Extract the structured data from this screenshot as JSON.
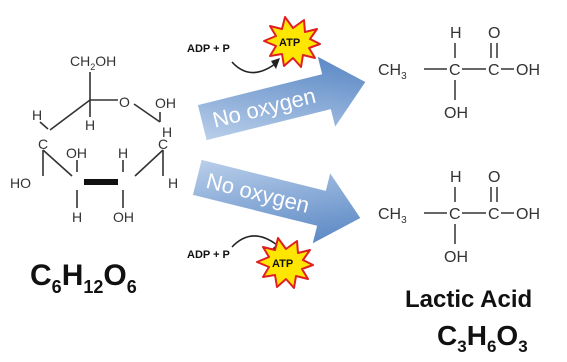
{
  "glucose": {
    "ring_top_group": "CH",
    "ring_top_group_sub": "2",
    "ring_top_group_end": "OH",
    "ring_oxygen": "O",
    "oh_top_right": "OH",
    "h_left_top": "H",
    "h_c5_below": "H",
    "h_c1": "H",
    "oh_c4": "OH",
    "h_c3": "H",
    "c_left": "C",
    "c_right": "C",
    "ho_left": "HO",
    "h_right": "H",
    "h_bottom": "H",
    "oh_bottom": "OH",
    "formula_c": "C",
    "formula_c_sub": "6",
    "formula_h": "H",
    "formula_h_sub": "12",
    "formula_o": "O",
    "formula_o_sub": "6"
  },
  "reactions": {
    "top_input": "ADP + P",
    "top_atp": "ATP",
    "top_arrow_label": "No oxygen",
    "bottom_arrow_label": "No oxygen",
    "bottom_input": "ADP + P",
    "bottom_atp": "ATP"
  },
  "lactic_top": {
    "ch3": "CH",
    "ch3_sub": "3",
    "c_mid": "C",
    "c_carboxyl": "C",
    "oh_right": "OH",
    "h_top": "H",
    "o_top": "O",
    "oh_bottom": "OH"
  },
  "lactic_bottom": {
    "ch3": "CH",
    "ch3_sub": "3",
    "c_mid": "C",
    "c_carboxyl": "C",
    "oh_right": "OH",
    "h_top": "H",
    "o_top": "O",
    "oh_bottom": "OH"
  },
  "product": {
    "name": "Lactic Acid",
    "formula_c": "C",
    "formula_c_sub": "3",
    "formula_h": "H",
    "formula_h_sub": "6",
    "formula_o": "O",
    "formula_o_sub": "3"
  },
  "colors": {
    "arrow_light": "#c8daf0",
    "arrow_dark": "#4f7fc0",
    "starburst_fill": "#ffe600",
    "starburst_stroke": "#e02020",
    "bond": "#333333"
  }
}
